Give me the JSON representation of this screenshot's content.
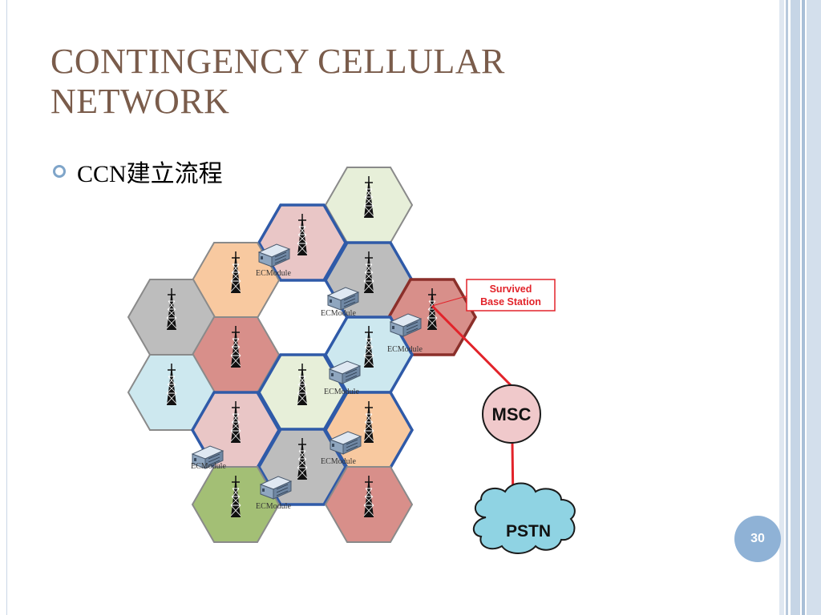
{
  "slide": {
    "title": "CONTINGENCY CELLULAR NETWORK",
    "bullet": "CCN建立流程",
    "page_number": "30"
  },
  "diagram": {
    "module_label": "ECModule",
    "callout_label": "Survived Base Station",
    "msc_label": "MSC",
    "pstn_label": "PSTN",
    "colors": {
      "gray": "#bdbdbd",
      "peach": "#f8c9a0",
      "pink": "#e9c6c6",
      "light_blue": "#cde8ef",
      "light_green": "#e7efd9",
      "rose": "#d88f8a",
      "olive": "#a3bf75",
      "red_link": "#e2232a",
      "cloud": "#8fd3e3",
      "msc_fill": "#f0c9cb"
    },
    "cells": [
      {
        "id": "c01",
        "fill": "light_green",
        "outline": "normal",
        "module": false
      },
      {
        "id": "c02",
        "fill": "pink",
        "outline": "blue",
        "module": true
      },
      {
        "id": "c03",
        "fill": "peach",
        "outline": "normal",
        "module": false
      },
      {
        "id": "c04",
        "fill": "gray",
        "outline": "blue",
        "module": true
      },
      {
        "id": "c05",
        "fill": "gray",
        "outline": "normal",
        "module": false
      },
      {
        "id": "c06",
        "fill": "rose",
        "outline": "dark",
        "module": false
      },
      {
        "id": "c07",
        "fill": "rose",
        "outline": "normal",
        "module": false
      },
      {
        "id": "c08",
        "fill": "light_blue",
        "outline": "blue",
        "module": true
      },
      {
        "id": "c09",
        "fill": "light_blue",
        "outline": "normal",
        "module": false
      },
      {
        "id": "c10",
        "fill": "light_green",
        "outline": "blue",
        "module": true
      },
      {
        "id": "c11",
        "fill": "pink",
        "outline": "blue",
        "module": true
      },
      {
        "id": "c12",
        "fill": "peach",
        "outline": "blue",
        "module": true
      },
      {
        "id": "c13",
        "fill": "gray",
        "outline": "blue",
        "module": true
      },
      {
        "id": "c14",
        "fill": "olive",
        "outline": "normal",
        "module": false
      },
      {
        "id": "c15",
        "fill": "rose",
        "outline": "normal",
        "module": false
      }
    ]
  }
}
